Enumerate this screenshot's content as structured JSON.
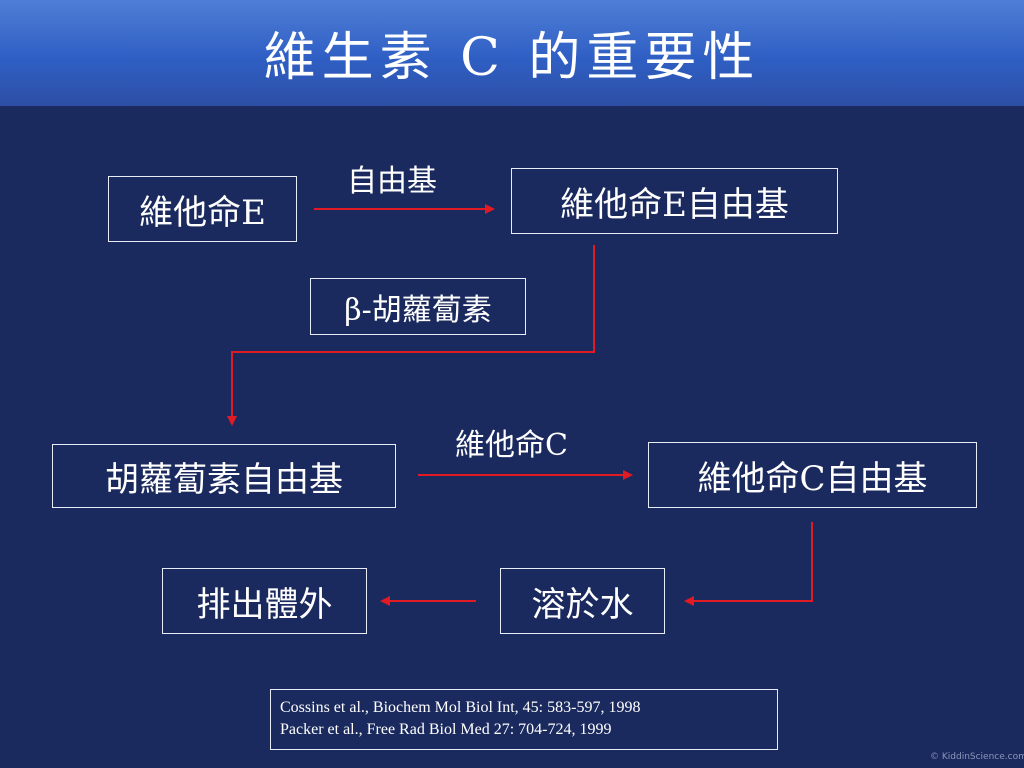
{
  "title": "維生素 C 的重要性",
  "nodes": {
    "vitamin_e": "維他命E",
    "vitamin_e_radical": "維他命E自由基",
    "beta_carotene": "β-胡蘿蔔素",
    "carotene_radical": "胡蘿蔔素自由基",
    "vitamin_c_radical": "維他命C自由基",
    "dissolve_in_water": "溶於水",
    "excreted": "排出體外"
  },
  "edge_labels": {
    "free_radical": "自由基",
    "vitamin_c": "維他命C"
  },
  "references": [
    "Cossins et al., Biochem Mol Biol Int, 45: 583-597, 1998",
    "Packer et al., Free Rad Biol Med 27: 704-724, 1999"
  ],
  "watermark": "© KiddinScience.com",
  "colors": {
    "background": "#1b2a5e",
    "arrow": "#e01b24",
    "text": "#ffffff"
  }
}
